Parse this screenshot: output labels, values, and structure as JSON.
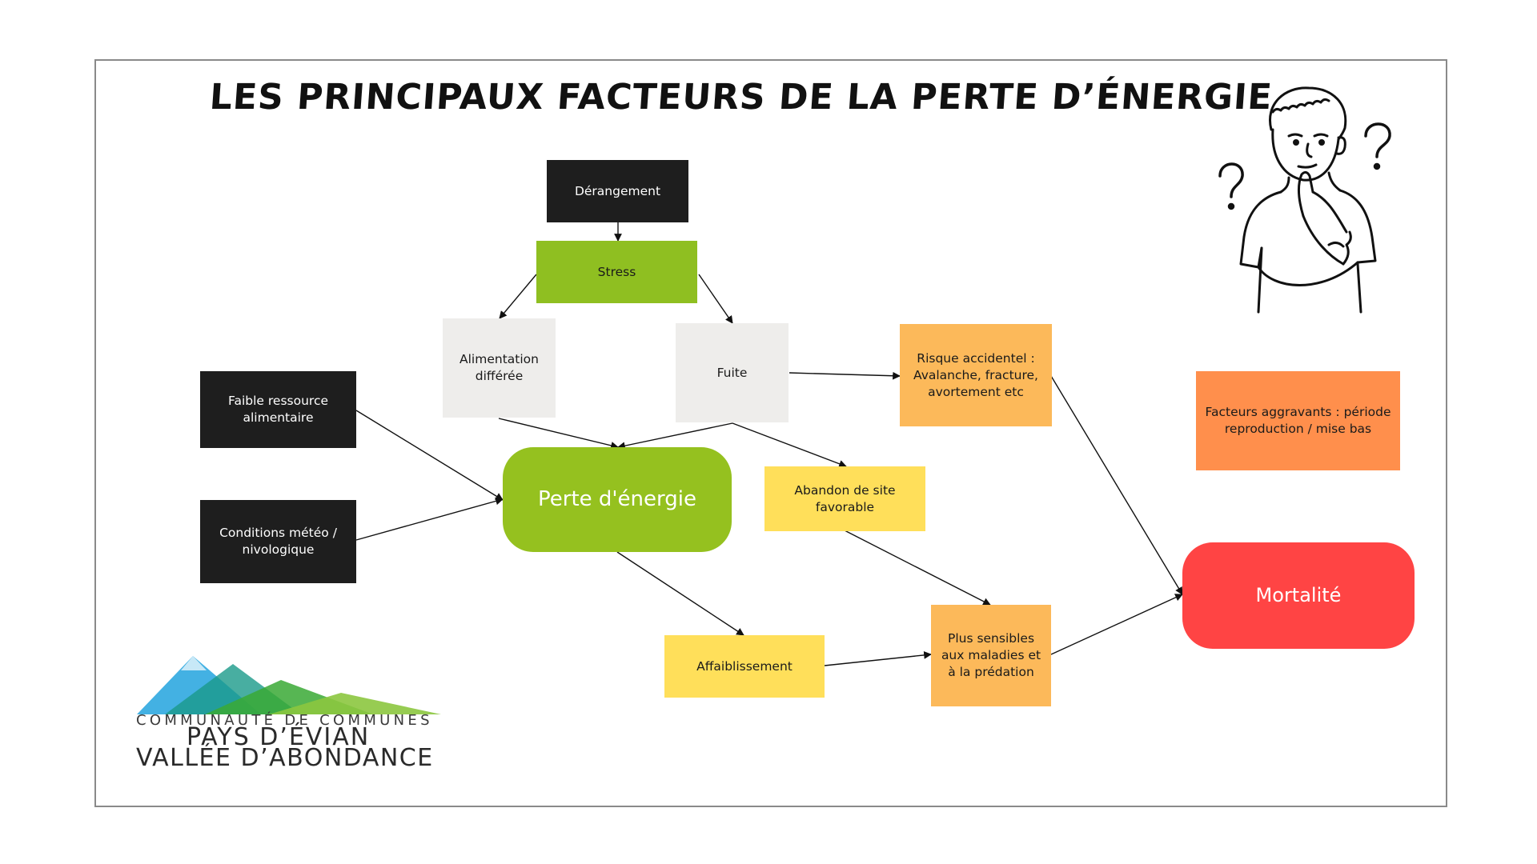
{
  "title": "LES PRINCIPAUX FACTEURS DE LA PERTE D’ÉNERGIE",
  "colors": {
    "dark": "#1e1e1e",
    "green": "#8fbf21",
    "grey": "#eeedeb",
    "orange": "#fcb95a",
    "yellow": "#ffdf5a",
    "deep_orange": "#ff8f4c",
    "red": "#ff4444"
  },
  "nodes": {
    "derangement": "Dérangement",
    "stress": "Stress",
    "alimentation": "Alimentation différée",
    "fuite": "Fuite",
    "risque": "Risque accidentel : Avalanche, fracture, avortement etc",
    "faible_ressource": "Faible ressource alimentaire",
    "conditions": "Conditions météo / nivologique",
    "perte": "Perte d'énergie",
    "abandon": "Abandon de site favorable",
    "facteurs": "Facteurs aggravants : période reproduction / mise bas",
    "mortalite": "Mortalité",
    "affaiblissement": "Affaiblissement",
    "sensibles": "Plus sensibles aux maladies et à la prédation"
  },
  "edges": [
    [
      "derangement",
      "stress"
    ],
    [
      "stress",
      "alimentation"
    ],
    [
      "stress",
      "fuite"
    ],
    [
      "fuite",
      "risque"
    ],
    [
      "alimentation",
      "perte"
    ],
    [
      "fuite",
      "perte"
    ],
    [
      "fuite",
      "abandon"
    ],
    [
      "faible_ressource",
      "perte"
    ],
    [
      "conditions",
      "perte"
    ],
    [
      "perte",
      "affaiblissement"
    ],
    [
      "abandon",
      "sensibles"
    ],
    [
      "affaiblissement",
      "sensibles"
    ],
    [
      "sensibles",
      "mortalite"
    ],
    [
      "risque",
      "mortalite"
    ]
  ],
  "illustration": {
    "icon": "thinking-person-icon"
  },
  "logo": {
    "line1": "COMMUNAUTÉ DE COMMUNES",
    "line2": "PAYS D’ÉVIAN",
    "line3": "VALLÉE D’ABONDANCE"
  }
}
